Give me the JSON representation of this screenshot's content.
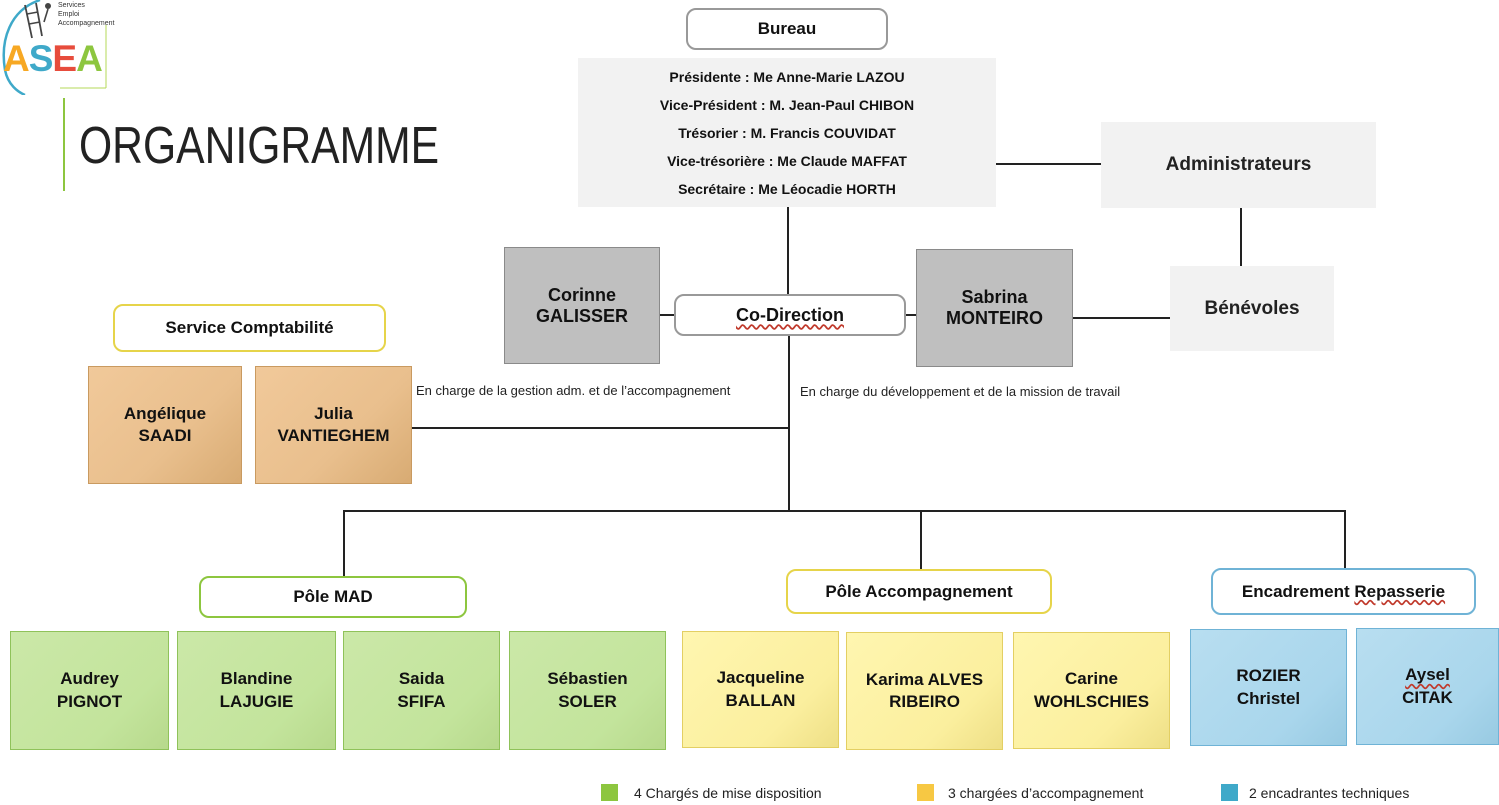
{
  "logo": {
    "line1": "Services",
    "line2": "Emploi",
    "line3": "Accompagnement",
    "brand": "ASEA"
  },
  "page_title": "ORGANIGRAMME",
  "bureau": {
    "title": "Bureau",
    "members": [
      "Présidente : Me Anne-Marie LAZOU",
      "Vice-Président : M. Jean-Paul CHIBON",
      "Trésorier : M. Francis COUVIDAT",
      "Vice-trésorière : Me Claude MAFFAT",
      "Secrétaire : Me Léocadie HORTH"
    ]
  },
  "administrateurs": "Administrateurs",
  "benevoles": "Bénévoles",
  "co_direction": {
    "label": "Co-Direction",
    "left": {
      "first": "Corinne",
      "last": "GALISSER"
    },
    "right": {
      "first": "Sabrina",
      "last": "MONTEIRO"
    },
    "left_note": "En charge de la gestion adm. et de l’accompagnement",
    "right_note": "En charge du développement et de la mission de travail"
  },
  "service_comptabilite": {
    "title": "Service Comptabilité",
    "members": [
      {
        "first": "Angélique",
        "last": "SAADI"
      },
      {
        "first": "Julia",
        "last": "VANTIEGHEM"
      }
    ]
  },
  "pole_mad": {
    "title": "Pôle MAD",
    "members": [
      {
        "first": "Audrey",
        "last": "PIGNOT"
      },
      {
        "first": "Blandine",
        "last": "LAJUGIE"
      },
      {
        "first": "Saida",
        "last": "SFIFA"
      },
      {
        "first": "Sébastien",
        "last": "SOLER"
      }
    ]
  },
  "pole_accompagnement": {
    "title": "Pôle Accompagnement",
    "members": [
      {
        "first": "Jacqueline",
        "last": "BALLAN"
      },
      {
        "first": "Karima ALVES",
        "last": "RIBEIRO"
      },
      {
        "first": "Carine",
        "last": "WOHLSCHIES"
      }
    ]
  },
  "encadrement": {
    "title_a": "Encadrement ",
    "title_b": "Repasserie",
    "members": [
      {
        "first": "ROZIER",
        "last": "Christel"
      },
      {
        "first": "Aysel",
        "last": "CITAK"
      }
    ]
  },
  "legend": [
    {
      "label": "4 Chargés de mise disposition",
      "color": "#8dc63f"
    },
    {
      "label": "3 chargées d’accompagnement",
      "color": "#f7c843"
    },
    {
      "label": "2 encadrantes techniques",
      "color": "#3fa9c9"
    }
  ],
  "colors": {
    "green_border": "#8fc25a",
    "yellow_border": "#e3cf63",
    "blue_border": "#6fb3d6",
    "title_accent": "#8dc63f"
  }
}
